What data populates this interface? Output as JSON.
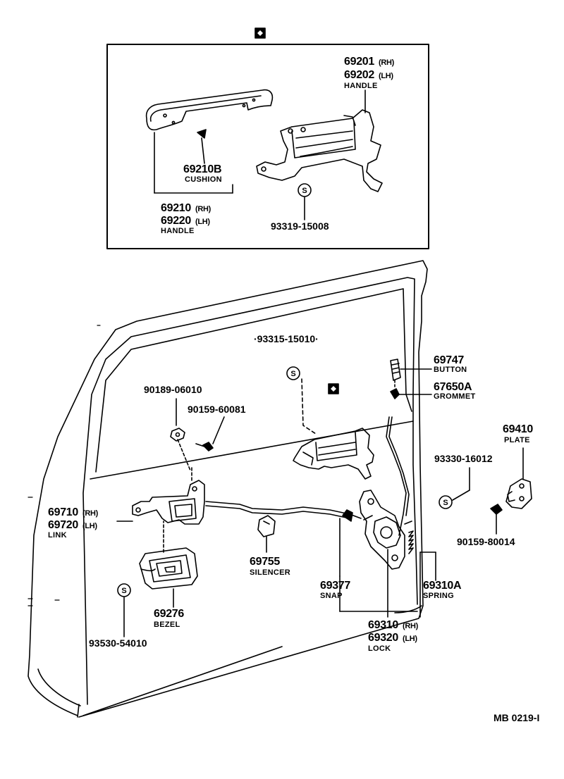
{
  "figure_code": "MB 0219-I",
  "parts": {
    "p69201": "69201",
    "p69201_side": "(RH)",
    "p69202": "69202",
    "p69202_side": "(LH)",
    "p69202_name": "HANDLE",
    "p69210B": "69210B",
    "p69210B_name": "CUSHION",
    "p69210": "69210",
    "p69210_side": "(RH)",
    "p69220": "69220",
    "p69220_side": "(LH)",
    "p69220_name": "HANDLE",
    "p93319": "93319-15008",
    "p93315": "·93315-15010·",
    "p69747": "69747",
    "p69747_name": "BUTTON",
    "p67650A": "67650A",
    "p67650A_name": "GROMMET",
    "p90189": "90189-06010",
    "p90159a": "90159-60081",
    "p69410": "69410",
    "p69410_name": "PLATE",
    "p93330": "93330-16012",
    "p90159b": "90159-80014",
    "p69710": "69710",
    "p69710_side": "(RH)",
    "p69720": "69720",
    "p69720_side": "(LH)",
    "p69720_name": "LINK",
    "p69755": "69755",
    "p69755_name": "SILENCER",
    "p69377": "69377",
    "p69377_name": "SNAP",
    "p69310A": "69310A",
    "p69310A_name": "SPRING",
    "p69276": "69276",
    "p69276_name": "BEZEL",
    "p93530": "93530-54010",
    "p69310": "69310",
    "p69310_side": "(RH)",
    "p69320": "69320",
    "p69320_side": "(LH)",
    "p69320_name": "LOCK",
    "s_mark": "S"
  }
}
